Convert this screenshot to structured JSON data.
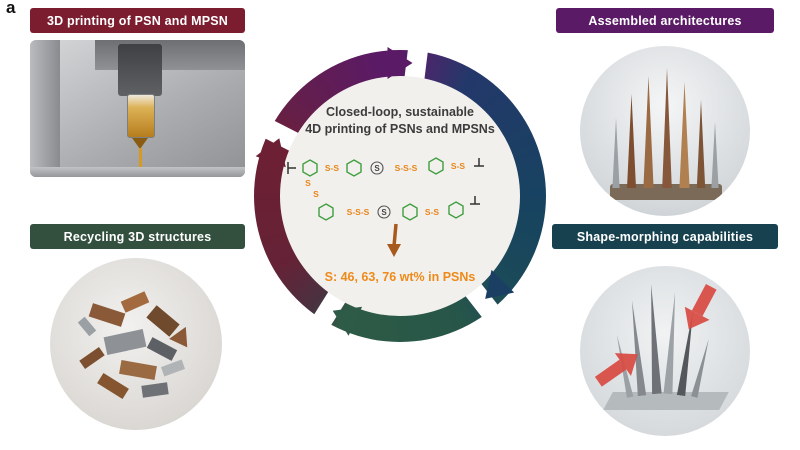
{
  "figure_label": "a",
  "panels": {
    "printing": {
      "title": "3D printing of PSN and MPSN",
      "header_color": "#7b1d2f"
    },
    "assembled": {
      "title": "Assembled architectures",
      "header_color": "#5a1a66"
    },
    "recycling": {
      "title": "Recycling 3D structures",
      "header_color": "#33503f"
    },
    "morphing": {
      "title": "Shape-morphing capabilities",
      "header_color": "#17414f"
    }
  },
  "cycle": {
    "title_line1": "Closed-loop, sustainable",
    "title_line2": "4D printing of PSNs and MPSNs",
    "sulfur_note": "S: 46, 63, 76 wt% in PSNs",
    "structure": {
      "s": "S",
      "s2": "S-S",
      "s3": "S-S-S",
      "circled_s": "S"
    },
    "ring_colors": {
      "purple": "#5a1a66",
      "navy": "#1b3f63",
      "green": "#2d5b47",
      "maroon": "#6d1f34"
    },
    "accent_orange": "#ee8a1a",
    "chem_green": "#3f9e3f"
  }
}
